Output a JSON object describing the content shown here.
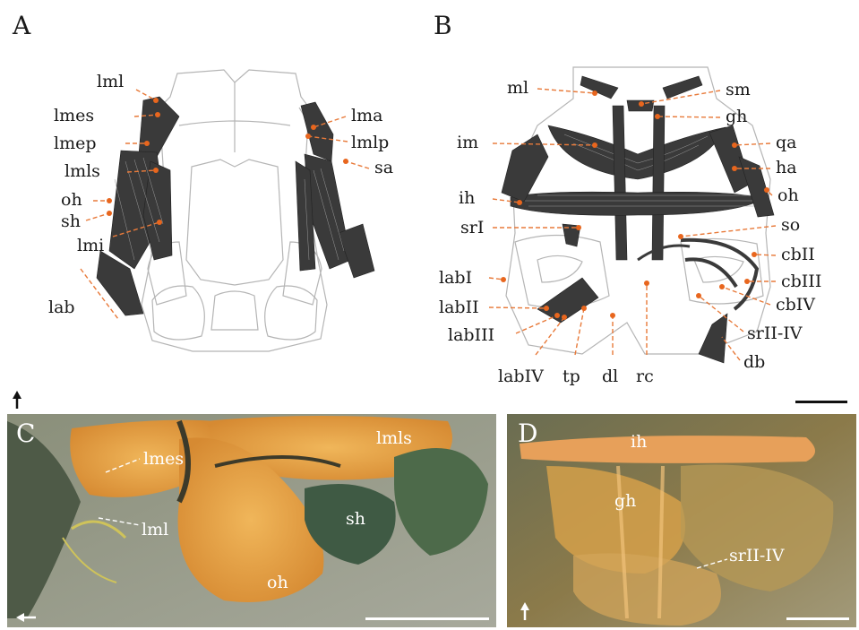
{
  "panels": {
    "A": {
      "letter": "A",
      "labels_left": [
        "lml",
        "lmes",
        "lmep",
        "lmls",
        "oh",
        "sh",
        "lmi",
        "lab"
      ],
      "labels_right": [
        "lma",
        "lmlp",
        "sa"
      ]
    },
    "B": {
      "letter": "B",
      "labels_left": [
        "ml",
        "im",
        "ih",
        "srI",
        "labI",
        "labII",
        "labIII"
      ],
      "labels_right": [
        "sm",
        "gh",
        "qa",
        "ha",
        "oh",
        "so",
        "cbII",
        "cbIII",
        "cbIV",
        "srII-IV",
        "db"
      ],
      "labels_bottom": [
        "labIV",
        "tp",
        "dl",
        "rc"
      ]
    },
    "C": {
      "letter": "C",
      "labels": [
        "lmes",
        "lml",
        "lmls",
        "sh",
        "oh"
      ]
    },
    "D": {
      "letter": "D",
      "labels": [
        "ih",
        "gh",
        "srII-IV"
      ]
    }
  },
  "colors": {
    "leader": "#e87a3a",
    "photo_orange": "#e3a54a",
    "photo_dark": "#5d6a45",
    "muscle": "#3a3a3a"
  }
}
